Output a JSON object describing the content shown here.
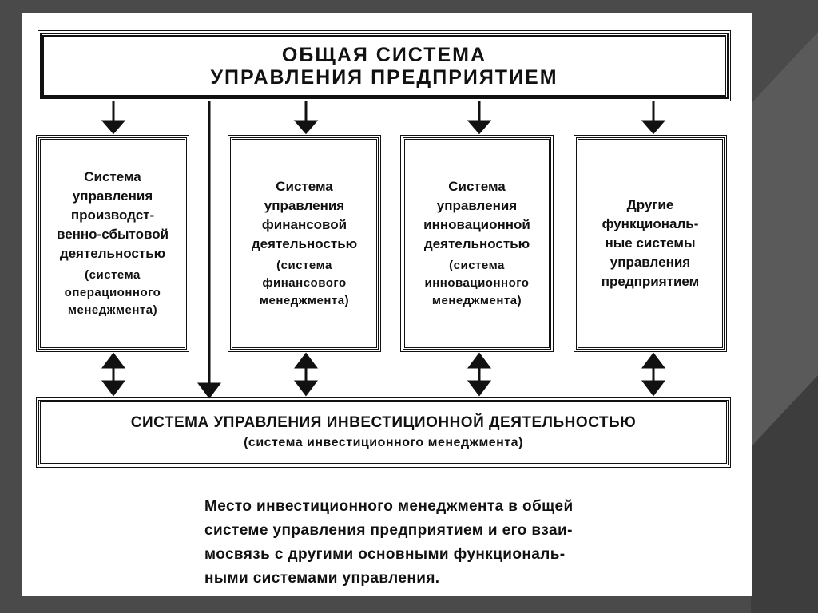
{
  "top_box": {
    "title_line1": "ОБЩАЯ СИСТЕМА",
    "title_line2": "УПРАВЛЕНИЯ ПРЕДПРИЯТИЕМ"
  },
  "systems": [
    {
      "title": [
        "Система",
        "управления",
        "производст-",
        "венно-сбытовой",
        "деятельностью"
      ],
      "subtitle": [
        "(система",
        "операционного",
        "менеджмента)"
      ]
    },
    {
      "title": [
        "Система",
        "управления",
        "финансовой",
        "деятельностью"
      ],
      "subtitle": [
        "(система",
        "финансового",
        "менеджмента)"
      ]
    },
    {
      "title": [
        "Система",
        "управления",
        "инновационной",
        "деятельностью"
      ],
      "subtitle": [
        "(система",
        "инновационного",
        "менеджмента)"
      ]
    },
    {
      "title": [
        "Другие",
        "функциональ-",
        "ные системы",
        "управления",
        "предприятием"
      ],
      "subtitle": []
    }
  ],
  "bottom_box": {
    "title": "СИСТЕМА УПРАВЛЕНИЯ ИНВЕСТИЦИОННОЙ ДЕЯТЕЛЬНОСТЬЮ",
    "subtitle": "(система инвестиционного менеджмента)"
  },
  "caption": [
    "Место инвестиционного менеджмента в общей",
    "системе управления предприятием и его взаи-",
    "мосвязь с другими основными функциональ-",
    "ными системами управления."
  ]
}
